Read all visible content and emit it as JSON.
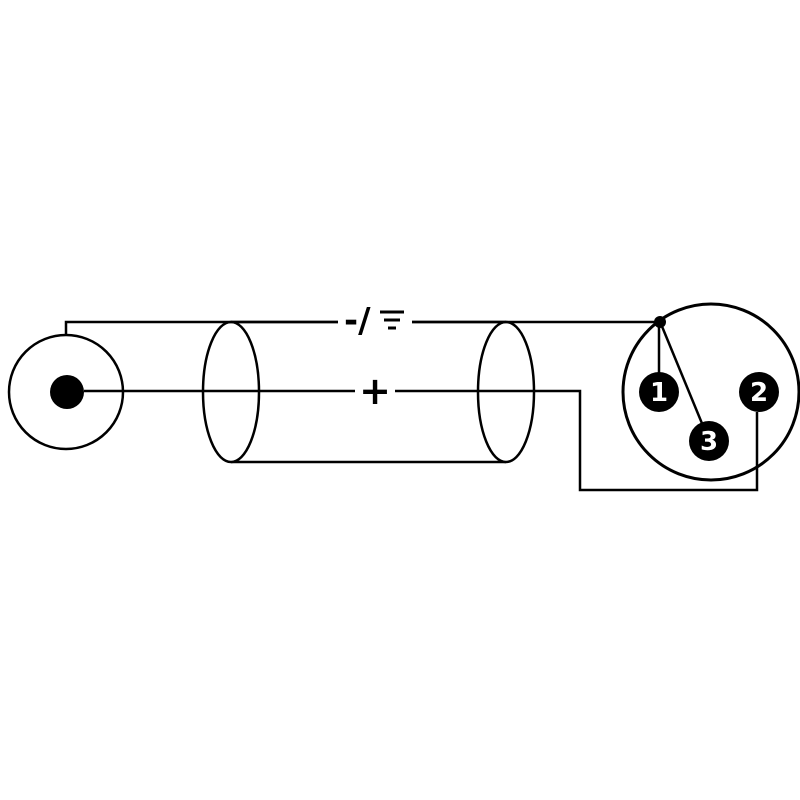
{
  "labels": {
    "shield": "-/",
    "positive": "+"
  },
  "icons": {
    "ground": "earth-ground-icon"
  },
  "xlr": {
    "pins": [
      {
        "number": "1"
      },
      {
        "number": "2"
      },
      {
        "number": "3"
      }
    ]
  },
  "colors": {
    "line": "#000000",
    "background": "#ffffff",
    "pin_fill": "#000000",
    "pin_text": "#ffffff"
  }
}
